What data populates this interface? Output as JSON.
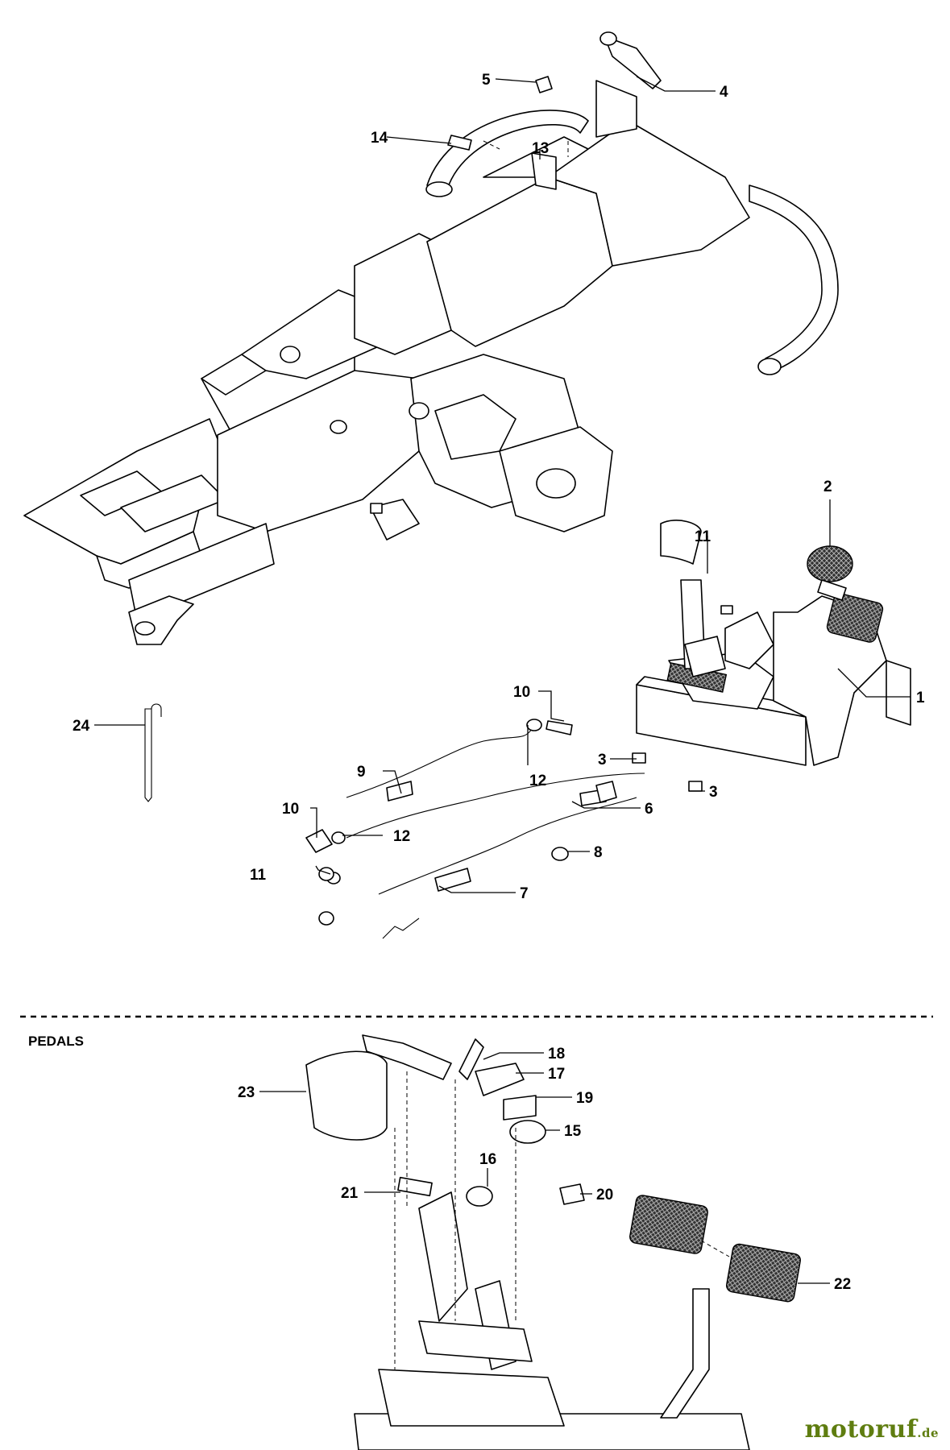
{
  "section_label": "PEDALS",
  "callouts": {
    "c1": "1",
    "c2": "2",
    "c3a": "3",
    "c3b": "3",
    "c4": "4",
    "c5": "5",
    "c6": "6",
    "c7": "7",
    "c8": "8",
    "c9": "9",
    "c10a": "10",
    "c10b": "10",
    "c11a": "11",
    "c11b": "11",
    "c12a": "12",
    "c12b": "12",
    "c13": "13",
    "c14": "14",
    "c15": "15",
    "c16": "16",
    "c17": "17",
    "c18": "18",
    "c19": "19",
    "c20": "20",
    "c21": "21",
    "c22": "22",
    "c23": "23",
    "c24": "24"
  },
  "watermark": {
    "name": "motoruf",
    "tld": ".de"
  },
  "colors": {
    "line": "#000000",
    "background": "#ffffff",
    "watermark": "#5f7d10"
  }
}
